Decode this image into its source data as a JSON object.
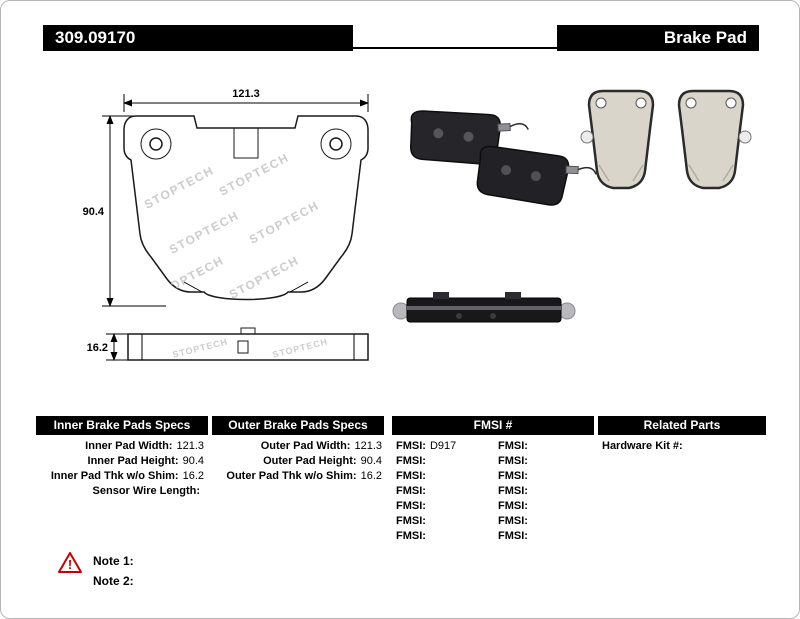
{
  "header": {
    "part_number": "309.09170",
    "product_type": "Brake Pad"
  },
  "drawing": {
    "width_dim": "121.3",
    "height_dim": "90.4",
    "thickness_dim": "16.2",
    "watermark": "STOPTECH"
  },
  "specs": {
    "inner": {
      "title": "Inner Brake Pads Specs",
      "rows": [
        {
          "label": "Inner Pad Width:",
          "value": "121.3"
        },
        {
          "label": "Inner Pad Height:",
          "value": "90.4"
        },
        {
          "label": "Inner Pad Thk w/o Shim:",
          "value": "16.2"
        },
        {
          "label": "Sensor Wire Length:",
          "value": ""
        }
      ]
    },
    "outer": {
      "title": "Outer Brake Pads Specs",
      "rows": [
        {
          "label": "Outer Pad Width:",
          "value": "121.3"
        },
        {
          "label": "Outer Pad Height:",
          "value": "90.4"
        },
        {
          "label": "Outer Pad Thk w/o Shim:",
          "value": "16.2"
        }
      ]
    },
    "fmsi": {
      "title": "FMSI #",
      "left": [
        {
          "label": "FMSI:",
          "value": "D917"
        },
        {
          "label": "FMSI:",
          "value": ""
        },
        {
          "label": "FMSI:",
          "value": ""
        },
        {
          "label": "FMSI:",
          "value": ""
        },
        {
          "label": "FMSI:",
          "value": ""
        },
        {
          "label": "FMSI:",
          "value": ""
        },
        {
          "label": "FMSI:",
          "value": ""
        }
      ],
      "right": [
        {
          "label": "FMSI:",
          "value": ""
        },
        {
          "label": "FMSI:",
          "value": ""
        },
        {
          "label": "FMSI:",
          "value": ""
        },
        {
          "label": "FMSI:",
          "value": ""
        },
        {
          "label": "FMSI:",
          "value": ""
        },
        {
          "label": "FMSI:",
          "value": ""
        },
        {
          "label": "FMSI:",
          "value": ""
        }
      ]
    },
    "related": {
      "title": "Related Parts",
      "rows": [
        {
          "label": "Hardware Kit #:",
          "value": ""
        }
      ]
    }
  },
  "notes": {
    "warning_symbol": "!",
    "items": [
      {
        "label": "Note 1:"
      },
      {
        "label": "Note 2:"
      }
    ]
  }
}
